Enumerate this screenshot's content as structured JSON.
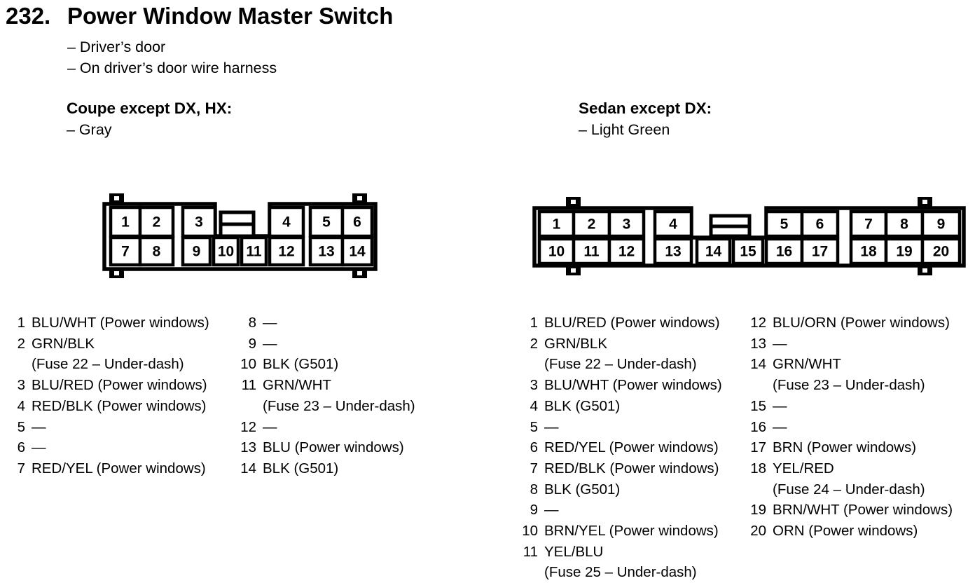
{
  "page": {
    "number": "232.",
    "title": "Power Window Master Switch",
    "notes": [
      "– Driver’s door",
      "– On driver’s door wire harness"
    ],
    "ink_color": "#000000",
    "paper_color": "#ffffff"
  },
  "sections": [
    {
      "id": "coupe",
      "heading": "Coupe except DX, HX:",
      "color_note": "– Gray",
      "connector": {
        "top_row_pins": [
          "1",
          "2",
          "3",
          "4",
          "5",
          "6"
        ],
        "bottom_row_pins": [
          "7",
          "8",
          "9",
          "10",
          "11",
          "12",
          "13",
          "14"
        ]
      },
      "pins": [
        {
          "n": "1",
          "label": "BLU/WHT (Power windows)"
        },
        {
          "n": "2",
          "label": "GRN/BLK",
          "sub": "(Fuse 22 – Under-dash)"
        },
        {
          "n": "3",
          "label": "BLU/RED (Power windows)"
        },
        {
          "n": "4",
          "label": "RED/BLK (Power windows)"
        },
        {
          "n": "5",
          "label": "—"
        },
        {
          "n": "6",
          "label": "—"
        },
        {
          "n": "7",
          "label": "RED/YEL (Power windows)"
        },
        {
          "n": "8",
          "label": "—"
        },
        {
          "n": "9",
          "label": "—"
        },
        {
          "n": "10",
          "label": "BLK (G501)"
        },
        {
          "n": "11",
          "label": "GRN/WHT",
          "sub": "(Fuse 23 – Under-dash)"
        },
        {
          "n": "12",
          "label": "—"
        },
        {
          "n": "13",
          "label": "BLU (Power windows)"
        },
        {
          "n": "14",
          "label": "BLK (G501)"
        }
      ]
    },
    {
      "id": "sedan",
      "heading": "Sedan except DX:",
      "color_note": "– Light Green",
      "connector": {
        "top_row_pins": [
          "1",
          "2",
          "3",
          "4",
          "5",
          "6",
          "7",
          "8",
          "9"
        ],
        "bottom_row_pins": [
          "10",
          "11",
          "12",
          "13",
          "14",
          "15",
          "16",
          "17",
          "18",
          "19",
          "20"
        ]
      },
      "pins": [
        {
          "n": "1",
          "label": "BLU/RED (Power windows)"
        },
        {
          "n": "2",
          "label": "GRN/BLK",
          "sub": "(Fuse 22 – Under-dash)"
        },
        {
          "n": "3",
          "label": "BLU/WHT (Power windows)"
        },
        {
          "n": "4",
          "label": "BLK (G501)"
        },
        {
          "n": "5",
          "label": "—"
        },
        {
          "n": "6",
          "label": "RED/YEL (Power windows)"
        },
        {
          "n": "7",
          "label": "RED/BLK (Power windows)"
        },
        {
          "n": "8",
          "label": "BLK (G501)"
        },
        {
          "n": "9",
          "label": "—"
        },
        {
          "n": "10",
          "label": "BRN/YEL (Power windows)"
        },
        {
          "n": "11",
          "label": "YEL/BLU",
          "sub": "(Fuse 25 – Under-dash)"
        },
        {
          "n": "12",
          "label": "BLU/ORN (Power windows)"
        },
        {
          "n": "13",
          "label": "—"
        },
        {
          "n": "14",
          "label": "GRN/WHT",
          "sub": "(Fuse 23 – Under-dash)"
        },
        {
          "n": "15",
          "label": "—"
        },
        {
          "n": "16",
          "label": "—"
        },
        {
          "n": "17",
          "label": "BRN (Power windows)"
        },
        {
          "n": "18",
          "label": "YEL/RED",
          "sub": "(Fuse 24 – Under-dash)"
        },
        {
          "n": "19",
          "label": "BRN/WHT (Power windows)"
        },
        {
          "n": "20",
          "label": "ORN (Power windows)"
        }
      ]
    }
  ]
}
